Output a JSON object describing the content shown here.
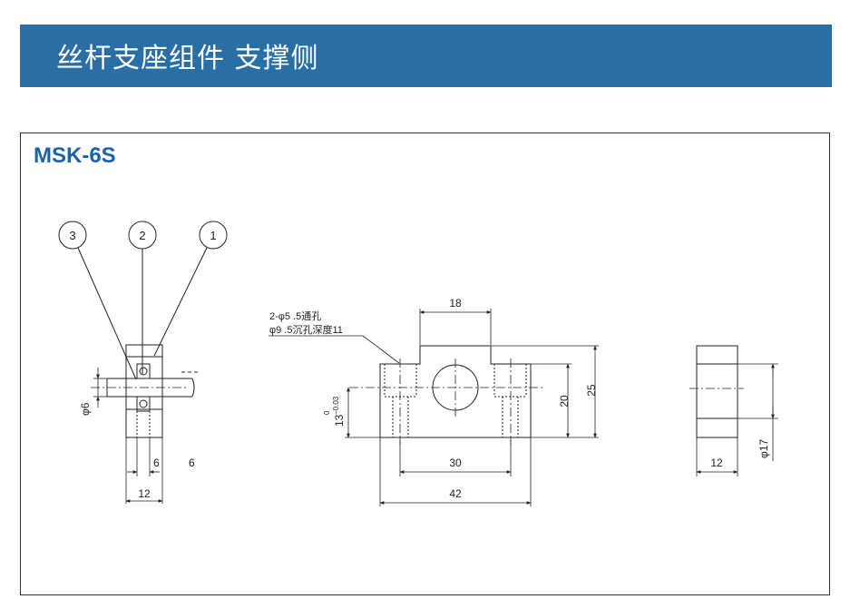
{
  "header": {
    "title": "丝杆支座组件 支撑侧",
    "background": "#2a6ea6"
  },
  "model": {
    "name": "MSK-6S",
    "color": "#1c62a8"
  },
  "callouts": [
    "3",
    "2",
    "1"
  ],
  "side_view": {
    "shaft_diameter": "φ6",
    "dim_inner_width": "6",
    "dim_extra": "6",
    "dim_total_width": "12"
  },
  "front_view": {
    "note_line1": "2-φ5 .5通孔",
    "note_line2": "φ9 .5沉孔深度11",
    "dim_top_width": "18",
    "dim_hole_pitch": "30",
    "dim_total_length": "42",
    "dim_height_20": "20",
    "dim_height_25": "25",
    "dim_center_height": "13",
    "tol_upper": "0",
    "tol_lower": "−0.03"
  },
  "end_view": {
    "dim_width": "12",
    "dim_diameter": "φ17"
  }
}
